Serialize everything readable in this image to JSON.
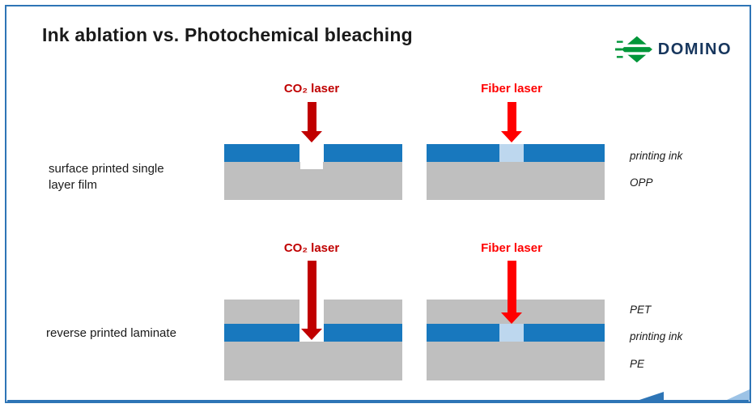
{
  "title": "Ink ablation vs. Photochemical bleaching",
  "logo": {
    "text": "DOMINO"
  },
  "row1": {
    "left_label": "surface printed single layer film",
    "co2_laser": "CO₂ laser",
    "fiber_laser": "Fiber laser",
    "layers": {
      "ink": "printing ink",
      "substrate": "OPP"
    }
  },
  "row2": {
    "left_label": "reverse printed laminate",
    "co2_laser": "CO₂ laser",
    "fiber_laser": "Fiber laser",
    "layers": {
      "top": "PET",
      "ink": "printing ink",
      "bottom": "PE"
    }
  },
  "colors": {
    "ink_blue": "#1878BE",
    "bleached_blue": "#BDD7EE",
    "substrate_gray": "#BFBFBF",
    "co2_arrow_red": "#C00000",
    "fiber_arrow_red": "#FF0000",
    "border_blue": "#2E75B6",
    "logo_green": "#009639",
    "logo_navy": "#17365D"
  }
}
